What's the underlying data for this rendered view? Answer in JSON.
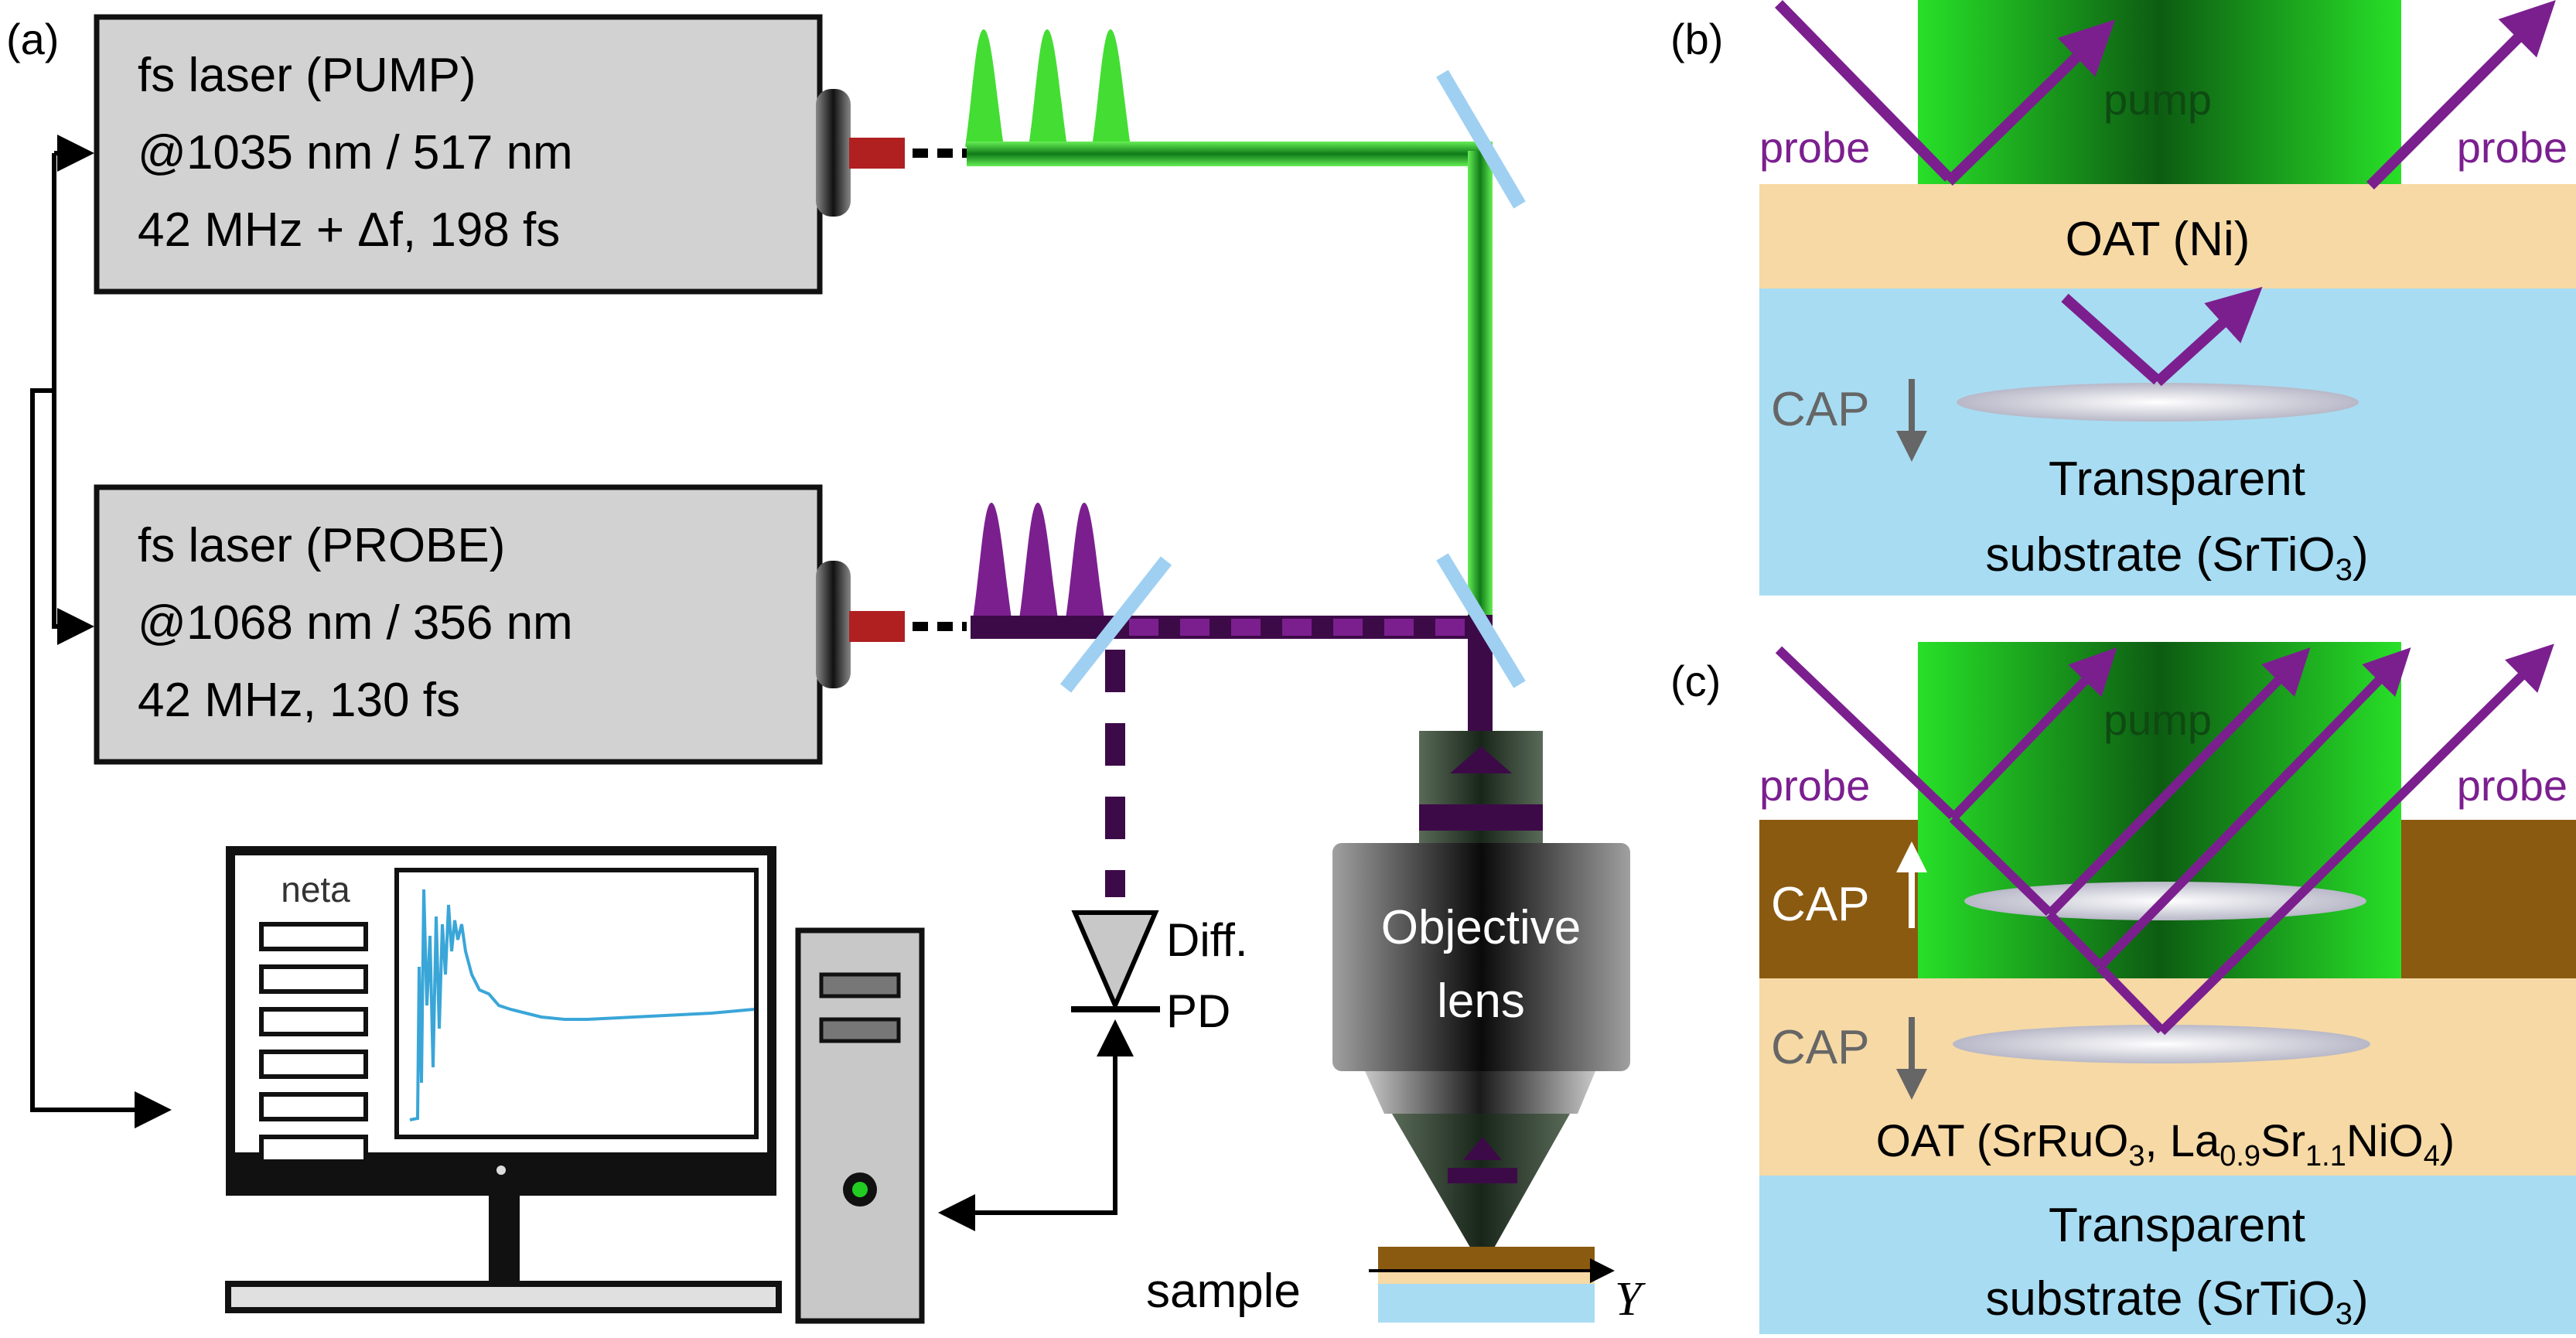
{
  "panel_labels": {
    "a": "(a)",
    "b": "(b)",
    "c": "(c)"
  },
  "pump_laser": {
    "line1": "fs laser (PUMP)",
    "line2": "@1035 nm / 517 nm",
    "line3": "42 MHz + Δf, 198 fs"
  },
  "probe_laser": {
    "line1": "fs laser (PROBE)",
    "line2": "@1068 nm / 356 nm",
    "line3": "42 MHz, 130 fs"
  },
  "software_logo": "neta",
  "detector": {
    "line1": "Diff.",
    "line2": "PD"
  },
  "objective": {
    "line1": "Objective",
    "line2": "lens"
  },
  "sample": {
    "label": "sample",
    "axis": "Y"
  },
  "panel_b": {
    "pump": "pump",
    "probe_left": "probe",
    "probe_right": "probe",
    "layer_oat": "OAT (Ni)",
    "cap": "CAP",
    "substrate_line1": "Transparent",
    "substrate_line2": "substrate (SrTiO",
    "substrate_sub": "3",
    "substrate_end": ")"
  },
  "panel_c": {
    "pump": "pump",
    "probe_left": "probe",
    "probe_right": "probe",
    "cap_upper": "CAP",
    "cap_lower": "CAP",
    "oat_prefix": "OAT (SrRuO",
    "oat_sub1": "3",
    "oat_mid": ", La",
    "oat_sub2": "0.9",
    "oat_mid2": "Sr",
    "oat_sub3": "1.1",
    "oat_mid3": "NiO",
    "oat_sub4": "4",
    "oat_end": ")",
    "substrate_line1": "Transparent",
    "substrate_line2": "substrate (SrTiO",
    "substrate_sub": "3",
    "substrate_end": ")"
  },
  "colors": {
    "pump_green": "#22cc22",
    "probe_purple": "#7b1f8f",
    "probe_dark": "#3d0a48",
    "splitter_blue": "#9fd0f2",
    "oat_tan": "#f6d9a5",
    "substrate_blue": "#a8dcf2",
    "cap_brown": "#8a5a10",
    "trace_blue": "#3aa6d8"
  }
}
